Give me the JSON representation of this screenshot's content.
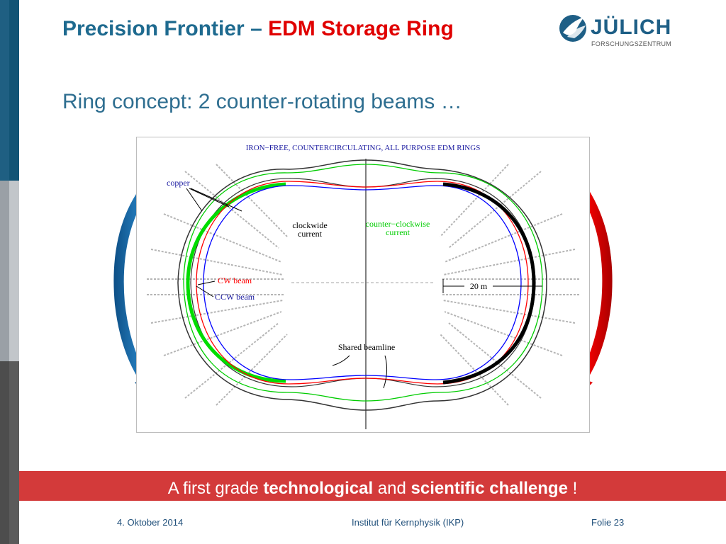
{
  "header": {
    "title_prefix": "Precision Frontier –",
    "title_accent": "EDM Storage Ring",
    "subtitle": "Ring concept: 2 counter-rotating beams …"
  },
  "logo": {
    "word": "JÜLICH",
    "sub": "FORSCHUNGSZENTRUM"
  },
  "figure": {
    "heading": "IRON−FREE, COUNTERCIRCULATING, ALL PURPOSE EDM RINGS",
    "labels": {
      "copper": "copper",
      "clockwide_line1": "clockwide",
      "clockwide_line2": "current",
      "ccw_current_line1": "counter−clockwise",
      "ccw_current_line2": "current",
      "cw_beam": "CW beam",
      "ccw_beam": "CCW beam",
      "dimension": "20 m",
      "shared": "Shared beamline"
    }
  },
  "banner": {
    "part1": "A first grade ",
    "bold1": "technological",
    "part2": " and ",
    "bold2": "scientific challenge",
    "part3": " !"
  },
  "footer": {
    "date": "4. Oktober 2014",
    "institute": "Institut für Kernphysik (IKP)",
    "slide": "Folie 23"
  },
  "colors": {
    "title_blue": "#1e6a8f",
    "title_red": "#e00000",
    "banner_red": "#d33a3a",
    "cw_red": "#ff0000",
    "ccw_blue": "#0000ff",
    "green": "#00cc00",
    "arrow_blue": "#1b5f93",
    "arrow_red": "#e00000"
  }
}
